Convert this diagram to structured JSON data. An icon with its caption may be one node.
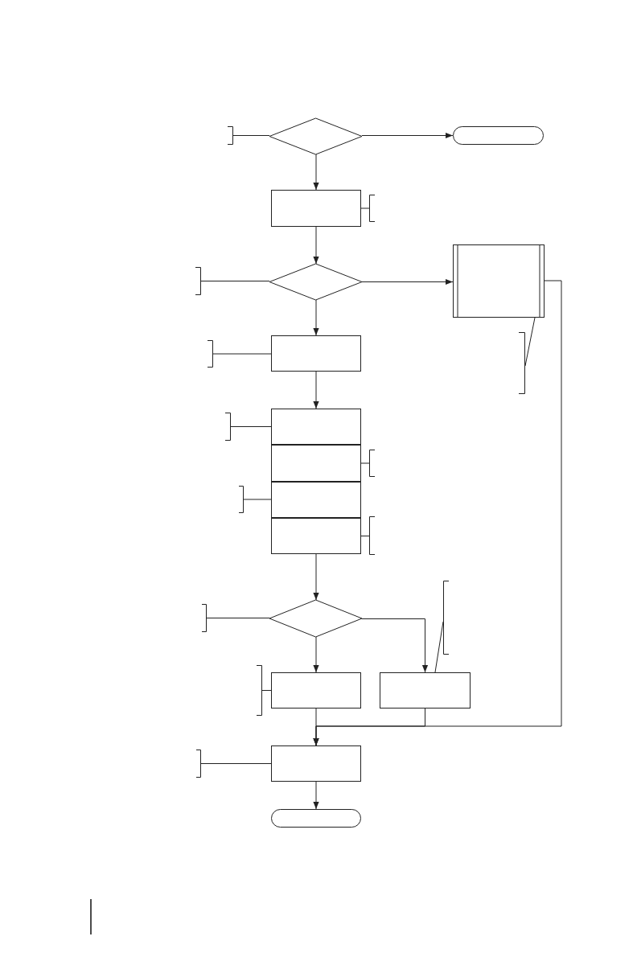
{
  "diagram": {
    "nodes": [
      {
        "text": [],
        "shape": "bracket"
      },
      {
        "text": [],
        "shape": "diamond"
      },
      {
        "text": [],
        "shape": "pill"
      },
      {
        "text": [],
        "shape": "box"
      },
      {
        "text": [],
        "shape": "bracket"
      },
      {
        "text": [],
        "shape": "bracket"
      },
      {
        "text": [],
        "shape": "diamond"
      },
      {
        "text": [],
        "shape": "subroutine"
      },
      {
        "text": [],
        "shape": "bracket"
      },
      {
        "text": [],
        "shape": "bracket"
      },
      {
        "text": [],
        "shape": "box"
      },
      {
        "text": [],
        "shape": "bracket"
      },
      {
        "text": [],
        "shape": "box"
      },
      {
        "text": [],
        "shape": "box"
      },
      {
        "text": [],
        "shape": "bracket"
      },
      {
        "text": [],
        "shape": "bracket"
      },
      {
        "text": [],
        "shape": "box"
      },
      {
        "text": [],
        "shape": "box"
      },
      {
        "text": [],
        "shape": "bracket"
      },
      {
        "text": [],
        "shape": "bracket"
      },
      {
        "text": [],
        "shape": "bracket"
      },
      {
        "text": [],
        "shape": "diamond"
      },
      {
        "text": [],
        "shape": "bracket"
      },
      {
        "text": [],
        "shape": "box"
      },
      {
        "text": [],
        "shape": "box"
      },
      {
        "text": [],
        "shape": "box"
      },
      {
        "text": [],
        "shape": "bracket"
      },
      {
        "text": [],
        "shape": "pill"
      }
    ],
    "edges": [
      {
        "from": 1,
        "to": 2,
        "arrow": "to"
      },
      {
        "from": 1,
        "to": 3,
        "arrow": "to"
      },
      {
        "from": 3,
        "to": 6,
        "arrow": "to"
      },
      {
        "from": 6,
        "to": 7,
        "arrow": "to"
      },
      {
        "from": 6,
        "to": 10,
        "arrow": "to"
      },
      {
        "from": 10,
        "to": 12,
        "arrow": "to"
      },
      {
        "from": 17,
        "to": 21,
        "arrow": "to"
      },
      {
        "from": 21,
        "to": 23,
        "arrow": "to"
      },
      {
        "from": 21,
        "to": 24,
        "arrow": "to"
      },
      {
        "from": 23,
        "to": 25,
        "arrow": "to"
      },
      {
        "from": 24,
        "to": 25,
        "arrow": "to"
      },
      {
        "from": 7,
        "to": 25,
        "arrow": "to"
      },
      {
        "from": 25,
        "to": 27,
        "arrow": "to"
      },
      {
        "from": 0,
        "to": 1,
        "arrow": "none"
      },
      {
        "from": 4,
        "to": 3,
        "arrow": "none"
      },
      {
        "from": 5,
        "to": 6,
        "arrow": "none"
      },
      {
        "from": 8,
        "to": 7,
        "arrow": "none"
      },
      {
        "from": 9,
        "to": 10,
        "arrow": "none"
      },
      {
        "from": 11,
        "to": 12,
        "arrow": "none"
      },
      {
        "from": 14,
        "to": 13,
        "arrow": "none"
      },
      {
        "from": 15,
        "to": 16,
        "arrow": "none"
      },
      {
        "from": 18,
        "to": 17,
        "arrow": "none"
      },
      {
        "from": 19,
        "to": 24,
        "arrow": "none"
      },
      {
        "from": 20,
        "to": 21,
        "arrow": "none"
      },
      {
        "from": 22,
        "to": 23,
        "arrow": "none"
      },
      {
        "from": 26,
        "to": 25,
        "arrow": "none"
      }
    ]
  }
}
